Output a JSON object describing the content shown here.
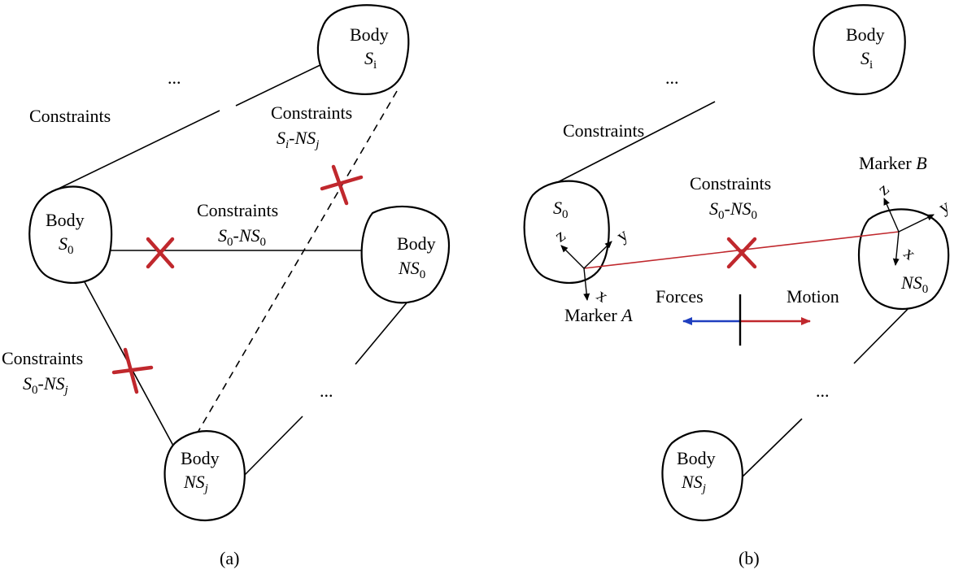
{
  "panel_a": {
    "caption": "(a)",
    "body_si": {
      "title": "Body",
      "sub": "S",
      "subscript": "i"
    },
    "body_s0": {
      "title": "Body",
      "sub": "S",
      "subscript": "0"
    },
    "body_ns0": {
      "title": "Body",
      "sub": "NS",
      "subscript": "0"
    },
    "body_nsj": {
      "title": "Body",
      "sub": "NS",
      "subscript": "j"
    },
    "ellipsis_top": "...",
    "ellipsis_right": "...",
    "constraints_label": "Constraints",
    "constraints_si_nsj": {
      "title": "Constraints",
      "a": "S",
      "a_sub": "i",
      "sep": "-",
      "b": "NS",
      "b_sub": "j"
    },
    "constraints_s0_ns0": {
      "title": "Constraints",
      "a": "S",
      "a_sub": "0",
      "sep": "-",
      "b": "NS",
      "b_sub": "0"
    },
    "constraints_s0_nsj": {
      "title": "Constraints",
      "a": "S",
      "a_sub": "0",
      "sep": "-",
      "b": "NS",
      "b_sub": "j"
    }
  },
  "panel_b": {
    "caption": "(b)",
    "body_si": {
      "title": "Body",
      "sub": "S",
      "subscript": "i"
    },
    "body_s0": {
      "sub": "S",
      "subscript": "0"
    },
    "body_ns0": {
      "sub": "NS",
      "subscript": "0"
    },
    "body_nsj": {
      "title": "Body",
      "sub": "NS",
      "subscript": "j"
    },
    "ellipsis_top": "...",
    "ellipsis_right": "...",
    "constraints_label": "Constraints",
    "constraints_s0_ns0": {
      "title": "Constraints",
      "a": "S",
      "a_sub": "0",
      "sep": "-",
      "b": "NS",
      "b_sub": "0"
    },
    "marker_a": {
      "text": "Marker ",
      "letter": "A"
    },
    "marker_b": {
      "text": "Marker ",
      "letter": "B"
    },
    "axis_x": "x",
    "axis_y": "y",
    "axis_z": "z",
    "forces_label": "Forces",
    "motion_label": "Motion",
    "colors": {
      "constraint_link": "#c0282d",
      "forces_arrow": "#1f3fbf",
      "motion_arrow": "#c0282d",
      "removed_mark": "#c0282d"
    }
  }
}
